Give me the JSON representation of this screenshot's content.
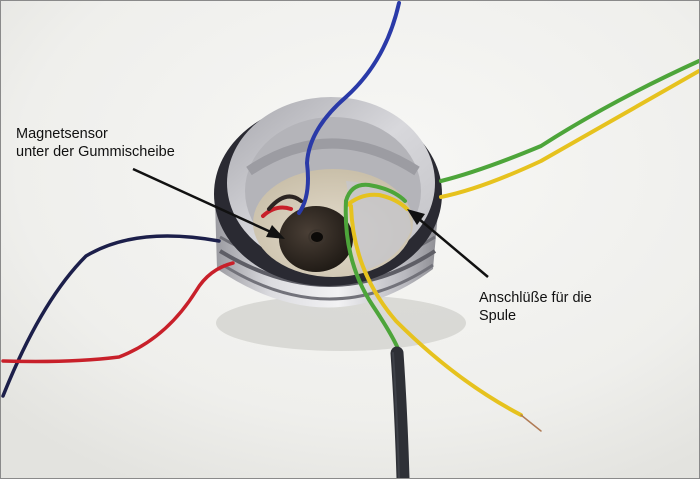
{
  "annotations": {
    "sensor": {
      "line1": "Magnetsensor",
      "line2": "unter der Gummischeibe"
    },
    "coil": {
      "line1": "Anschlüße für die",
      "line2": "Spule"
    }
  },
  "colors": {
    "background": "#f1f1ef",
    "aluminium": "#c9c9cc",
    "rubber_ring": "#2a2a32",
    "wire_blue": "#2a3aa8",
    "wire_red": "#c8202a",
    "wire_navy": "#1c1f4a",
    "wire_green": "#4da53a",
    "wire_yellow": "#e6c21e",
    "arrow": "#111111"
  }
}
